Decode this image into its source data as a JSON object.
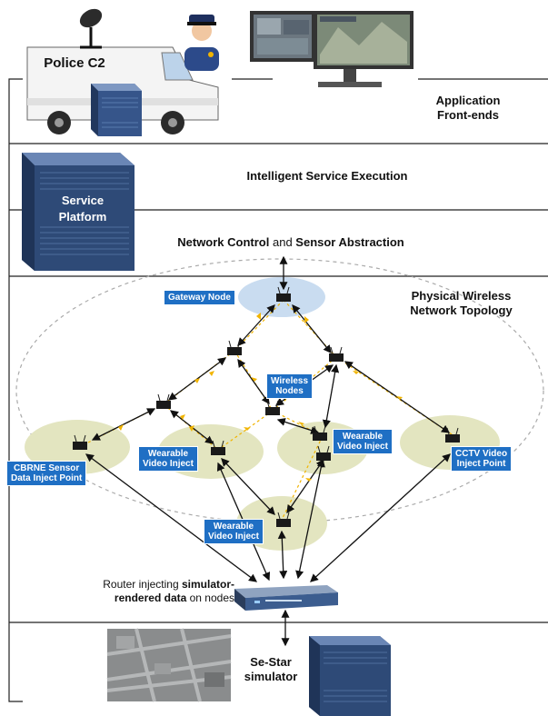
{
  "layers": {
    "application": {
      "line1": "Application",
      "line2": "Front-ends"
    },
    "service_execution": "Intelligent Service Execution",
    "network_control": {
      "bold1": "Network Control",
      "plain": " and ",
      "bold2": "Sensor Abstraction"
    },
    "physical": {
      "line1": "Physical Wireless",
      "line2": "Network Topology"
    },
    "simulator": {
      "line1": "Se-Star",
      "line2": "simulator"
    }
  },
  "police_c2_label": "Police C2",
  "service_platform": {
    "line1": "Service",
    "line2": "Platform"
  },
  "node_tags": {
    "gateway": "Gateway Node",
    "wireless": {
      "line1": "Wireless",
      "line2": "Nodes"
    },
    "cbrne": {
      "line1": "CBRNE Sensor",
      "line2": "Data Inject Point"
    },
    "wearable_left": {
      "line1": "Wearable",
      "line2": "Video Inject"
    },
    "wearable_mid": {
      "line1": "Wearable",
      "line2": "Video Inject"
    },
    "wearable_bottom": {
      "line1": "Wearable",
      "line2": "Video Inject"
    },
    "cctv": {
      "line1": "CCTV Video",
      "line2": "Inject Point"
    }
  },
  "router_caption": {
    "l1_plain": "Router injecting ",
    "l1_bold": "simulator-",
    "l2_bold": "rendered data",
    "l2_plain": " on nodes"
  },
  "colors": {
    "tag_blue": "#1f6fc4",
    "server_blue": "#3c5d8f",
    "cluster_green": "#e3e5c0",
    "gateway_blue": "#c9dcf0",
    "pulse_yellow": "#f1b400"
  }
}
